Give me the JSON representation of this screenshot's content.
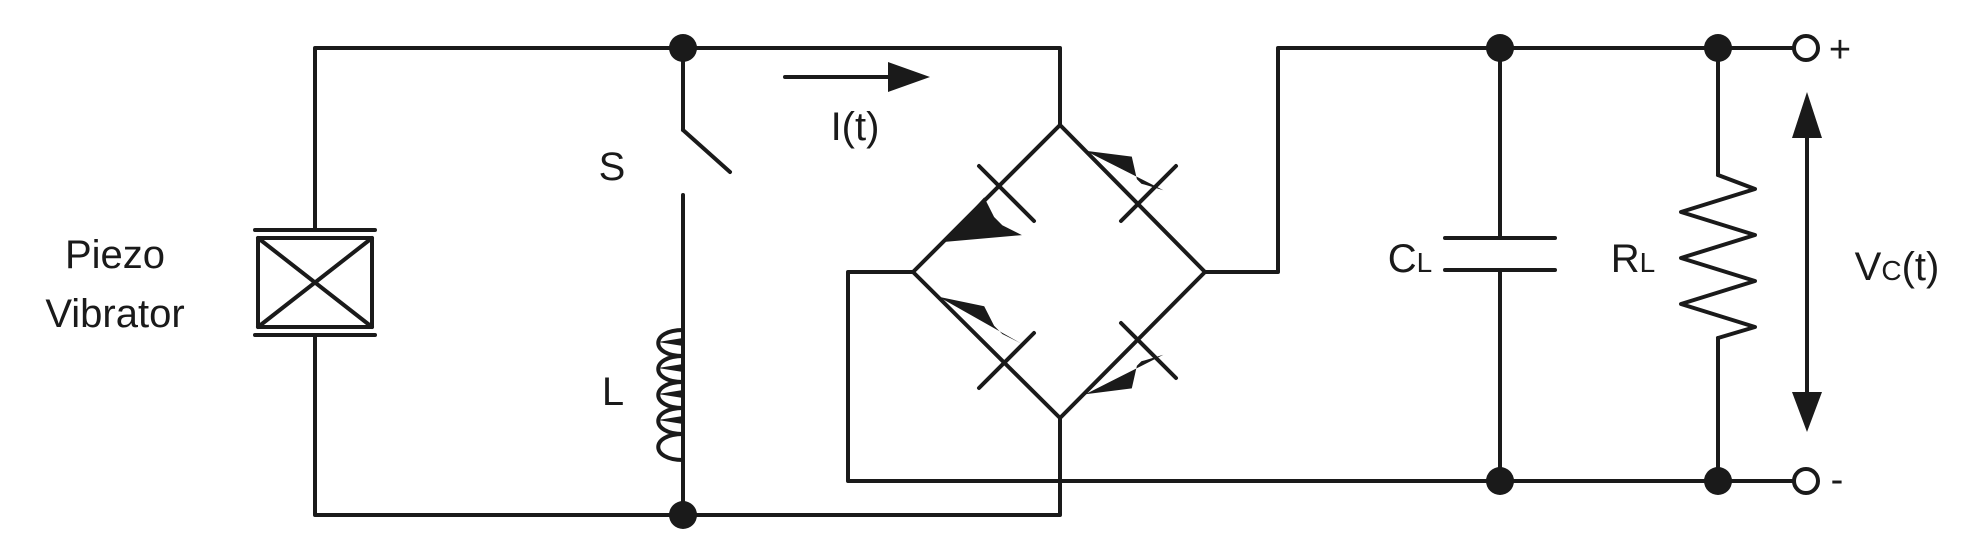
{
  "labels": {
    "piezo_line1": "Piezo",
    "piezo_line2": "Vibrator",
    "switch": "S",
    "current": "I(t)",
    "inductor": "L",
    "capacitor_main": "C",
    "capacitor_sub": "L",
    "resistor_main": "R",
    "resistor_sub": "L",
    "voltage_main": "V",
    "voltage_sub": "C",
    "voltage_tail": "(t)",
    "terminal_plus": "+",
    "terminal_minus": "-"
  },
  "colors": {
    "ink": "#1a1a1a",
    "background": "#ffffff"
  }
}
